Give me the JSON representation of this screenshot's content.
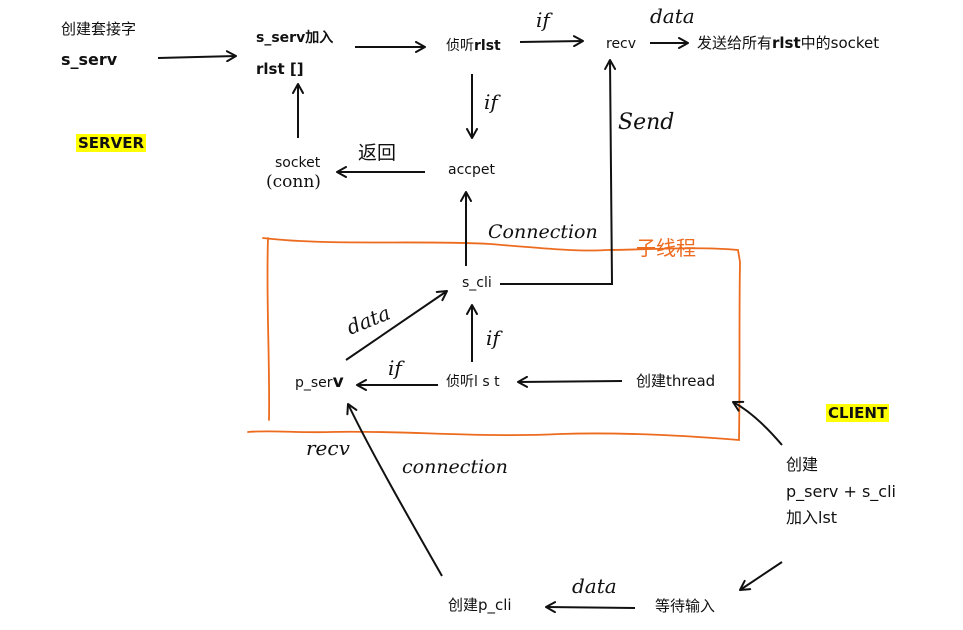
{
  "server": {
    "title": "SERVER",
    "create_socket": "创建套接字",
    "s_serv": "s_serv",
    "s_serv_add": "s_serv加入",
    "rlst": "rlst  []",
    "listen": "侦听",
    "listen_rlst": "rlst",
    "recv": "recv",
    "send_to_all": "发送给所有",
    "send_rlst": "rlst",
    "send_mid": "中的socket",
    "accept": "accpet",
    "socket": "socket",
    "conn": "(conn)",
    "return": "返回"
  },
  "client": {
    "title": "CLIENT",
    "s_cli": "s_cli",
    "p_serv": "p_ser",
    "p_serv_v": "v",
    "listen_lst": "侦听l s t",
    "create_thread": "创建thread",
    "create_line1": "创建",
    "create_line2": "p_serv + s_cli",
    "create_line3": "加入lst",
    "wait_input": "等待输入",
    "create_p_cli": "创建p_cli"
  },
  "handwriting": {
    "if_top": "if",
    "data_top": "data",
    "if_down": "if",
    "send": "Send",
    "return": "返回",
    "connection_top": "Connection",
    "thread_zh": "子线程",
    "data_left": "data",
    "if_cli": "if",
    "if_left": "if",
    "recv": "recv",
    "connection_bottom": "connection",
    "data_bottom": "data"
  },
  "colors": {
    "highlight": "#ffff00",
    "thread_box": "#ec6b1e",
    "ink": "#111111"
  }
}
